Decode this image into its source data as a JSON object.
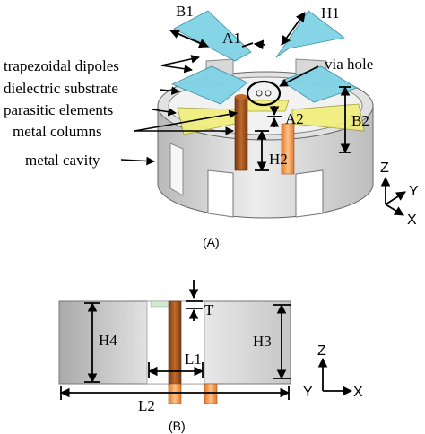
{
  "panel_a": {
    "caption": "(A)",
    "labels": {
      "trapezoidal_dipoles": "trapezoidal dipoles",
      "dielectric_substrate": "dielectric substrate",
      "parasitic_elements": "parasitic elements",
      "metal_columns": "metal columns",
      "metal_cavity": "metal cavity",
      "via_hole": "via hole"
    },
    "dimensions": {
      "b1": "B1",
      "a1": "A1",
      "h1": "H1",
      "a2": "A2",
      "b2": "B2",
      "h2": "H2"
    },
    "axes": {
      "z": "Z",
      "y": "Y",
      "x": "X"
    }
  },
  "panel_b": {
    "caption": "(B)",
    "dimensions": {
      "h4": "H4",
      "h3": "H3",
      "t": "T",
      "l1": "L1",
      "l2": "L2"
    },
    "axes": {
      "z": "Z",
      "y": "Y",
      "x": "X"
    }
  },
  "colors": {
    "dipole": "#7fd3e6",
    "parasitic": "#f1ef7a",
    "column_brown": "#a0521e",
    "column_orange": "#f39a4a",
    "cavity_gray": "#d4d4d4"
  }
}
